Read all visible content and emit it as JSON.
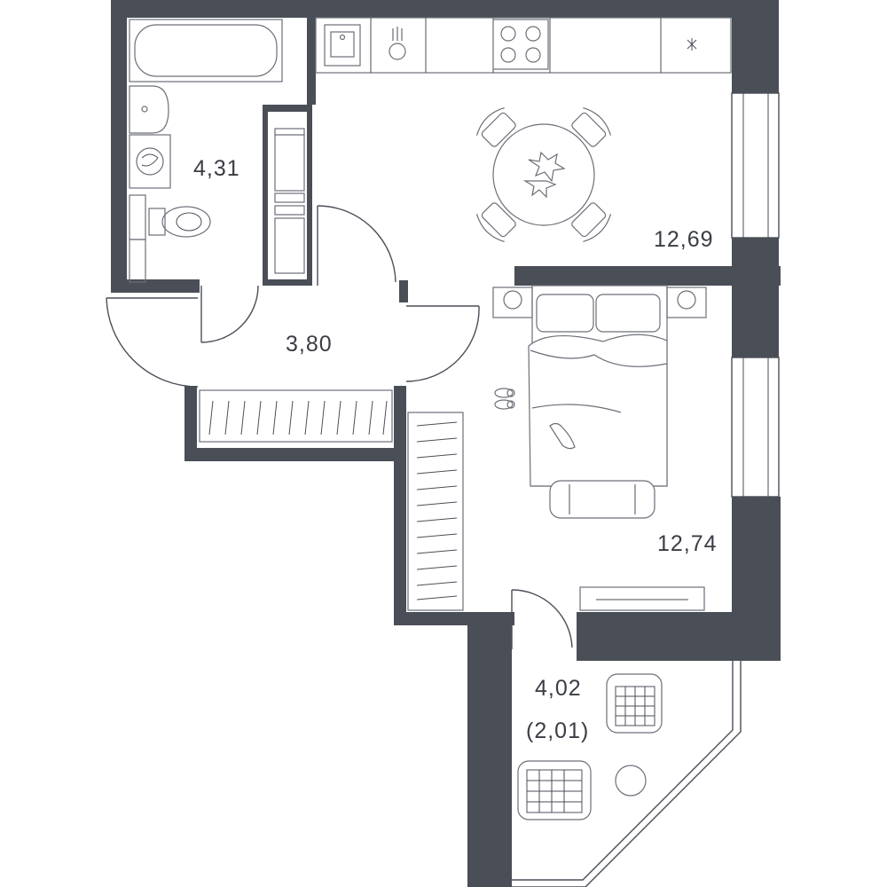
{
  "plan": {
    "rooms": [
      {
        "id": "bathroom",
        "area": "4,31"
      },
      {
        "id": "kitchen",
        "area": "12,69"
      },
      {
        "id": "hallway",
        "area": "3,80"
      },
      {
        "id": "bedroom",
        "area": "12,74"
      },
      {
        "id": "balcony",
        "area": "4,02",
        "reduced_area": "(2,01)"
      }
    ],
    "colors": {
      "wall": "#4a4e57",
      "line": "#6b6f77",
      "background": "#ffffff"
    }
  }
}
